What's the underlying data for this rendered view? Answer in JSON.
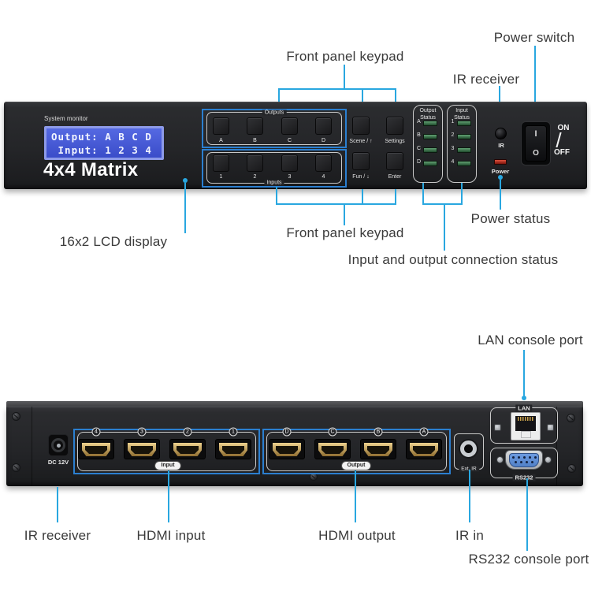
{
  "colors": {
    "callout_line": "#29a7e0",
    "callout_box": "#2b7fd0",
    "lcd_bg": "#4456d2",
    "led_green": "#4e9a63",
    "led_red": "#c23a2b"
  },
  "front": {
    "annotations": {
      "keypad_top": "Front panel keypad",
      "power_switch": "Power switch",
      "ir_receiver": "IR receiver",
      "lcd": "16x2 LCD display",
      "keypad_bottom": "Front panel keypad",
      "power_status": "Power status",
      "io_status": "Input and output connection status"
    },
    "panel": {
      "system_monitor": "System monitor",
      "lcd_line1": "Output: A B C D",
      "lcd_line2": " Input: 1 2 3 4",
      "model": "4x4 Matrix",
      "outputs_label": "Outputs",
      "inputs_label": "Inputs",
      "out_keys": [
        "A",
        "B",
        "C",
        "D"
      ],
      "in_keys": [
        "1",
        "2",
        "3",
        "4"
      ],
      "scene": "Scene / ↑",
      "settings": "Settings",
      "fun": "Fun / ↓",
      "enter": "Enter",
      "output_status_line1": "Output",
      "output_status_line2": "Status",
      "input_status_line1": "Input",
      "input_status_line2": "Status",
      "out_status_rows": [
        "A",
        "B",
        "C",
        "D"
      ],
      "in_status_rows": [
        "1",
        "2",
        "3",
        "4"
      ],
      "ir": "IR",
      "power": "Power",
      "on": "ON",
      "slash": "/",
      "off": "OFF",
      "rocker_on": "I",
      "rocker_off": "O"
    }
  },
  "back": {
    "annotations": {
      "lan": "LAN console port",
      "ir_receiver": "IR receiver",
      "hdmi_input": "HDMI input",
      "hdmi_output": "HDMI output",
      "ir_in": "IR in",
      "rs232": "RS232 console port"
    },
    "panel": {
      "dc": "DC 12V",
      "input_badge": "Input",
      "output_badge": "Output",
      "in_port_nums": [
        "4",
        "3",
        "2",
        "1"
      ],
      "out_port_letters": [
        "D",
        "C",
        "B",
        "A"
      ],
      "ext_ir": "Ext. IR",
      "lan": "LAN",
      "rs232": "RS232"
    }
  }
}
